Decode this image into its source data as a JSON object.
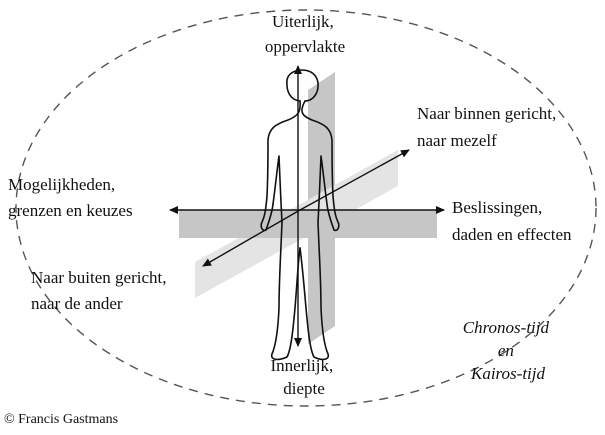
{
  "diagram": {
    "labels": {
      "top": [
        "Uiterlijk,",
        "oppervlakte"
      ],
      "bottom": [
        "Innerlijk,",
        "diepte"
      ],
      "left": [
        "Mogelijkheden,",
        "grenzen en keuzes"
      ],
      "right": [
        "Beslissingen,",
        "daden en effecten"
      ],
      "upper_right": [
        "Naar binnen gericht,",
        "naar mezelf"
      ],
      "lower_left": [
        "Naar buiten gericht,",
        "naar de ander"
      ],
      "time": [
        "Chronos-tijd",
        "en",
        "Kairos-tijd"
      ]
    },
    "credit": "© Francis Gastmans",
    "colors": {
      "plane_dark": "#c6c6c6",
      "plane_light": "#e4e4e4",
      "stroke": "#111111",
      "dashes": "#555555"
    }
  }
}
